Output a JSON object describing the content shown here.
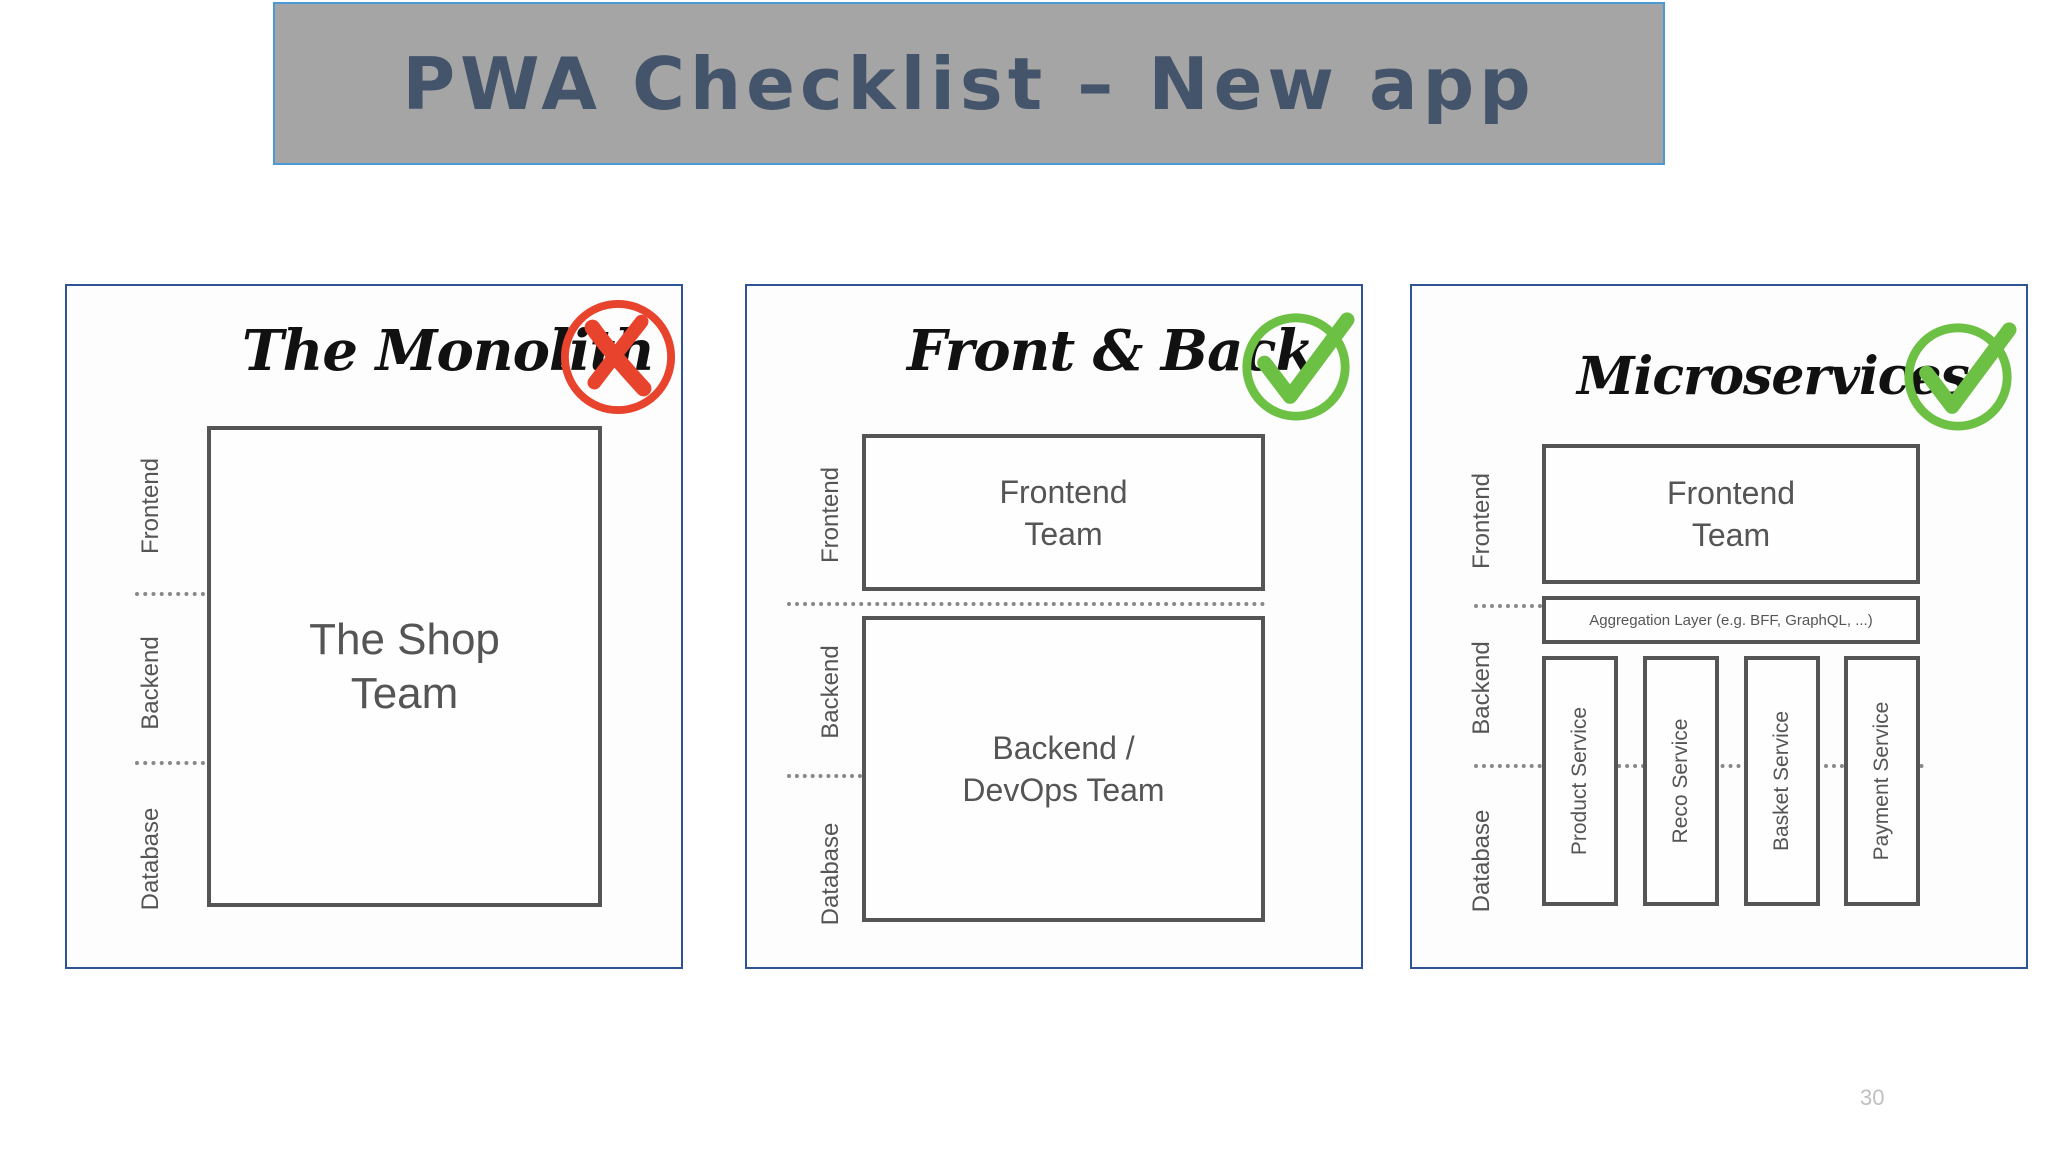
{
  "slide": {
    "title": "PWA Checklist – New app",
    "page_number": "30"
  },
  "panels": [
    {
      "title": "The Monolith",
      "status": "rejected",
      "badge_icon": "x-mark-icon",
      "badge_color": "#e8432d",
      "layer_labels": [
        "Frontend",
        "Backend",
        "Database"
      ],
      "team": "The Shop\nTeam"
    },
    {
      "title": "Front & Back",
      "status": "approved",
      "badge_icon": "check-mark-icon",
      "badge_color": "#6cc043",
      "layer_labels": [
        "Frontend",
        "Backend",
        "Database"
      ],
      "frontend_team": "Frontend\nTeam",
      "backend_team": "Backend /\nDevOps Team"
    },
    {
      "title": "Microservices",
      "status": "approved",
      "badge_icon": "check-mark-icon",
      "badge_color": "#6cc043",
      "layer_labels": [
        "Frontend",
        "Backend",
        "Database"
      ],
      "frontend_team": "Frontend\nTeam",
      "aggregation_layer": "Aggregation Layer (e.g. BFF, GraphQL, ...)",
      "services": [
        "Product Service",
        "Reco Service",
        "Basket Service",
        "Payment Service"
      ]
    }
  ]
}
